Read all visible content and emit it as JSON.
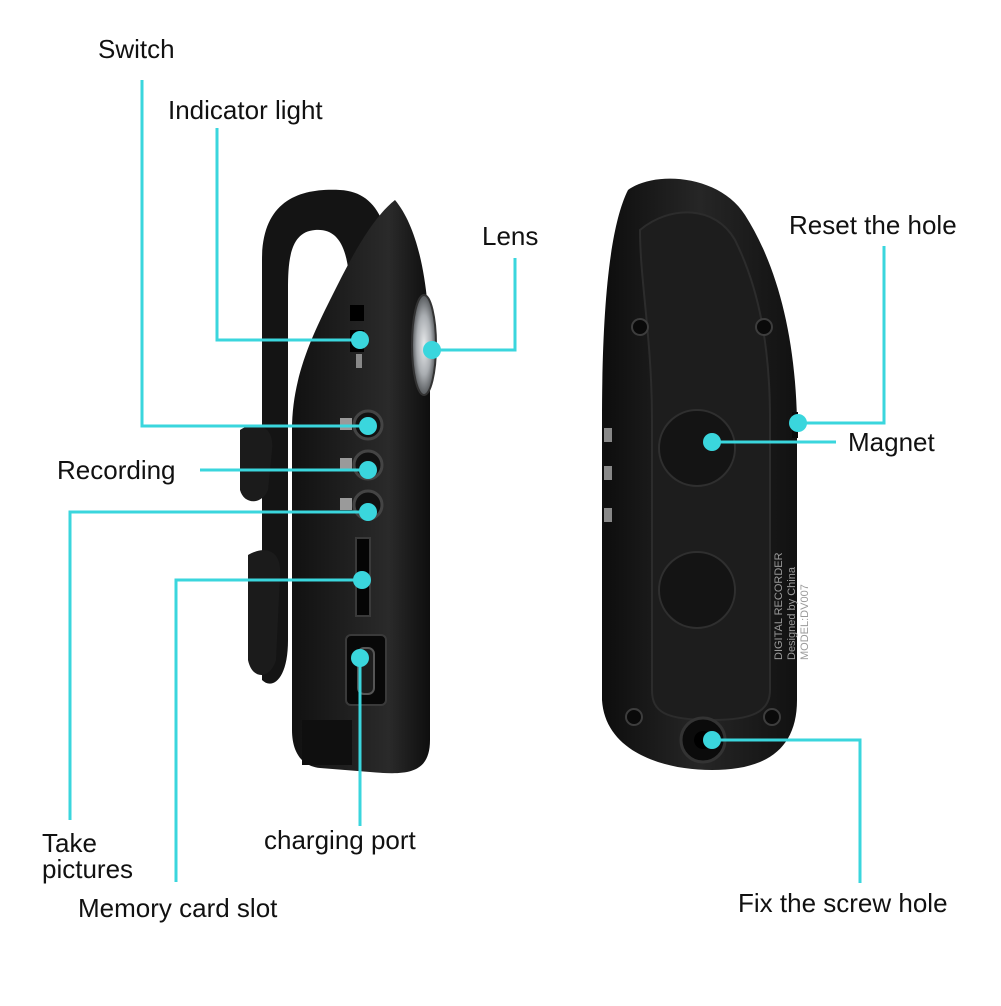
{
  "labels": {
    "switch": "Switch",
    "indicator_light": "Indicator light",
    "lens": "Lens",
    "reset_hole": "Reset the hole",
    "recording": "Recording",
    "magnet": "Magnet",
    "take_pictures": "Take pictures",
    "charging_port": "charging port",
    "memory_card_slot": "Memory card slot",
    "fix_screw_hole": "Fix the screw hole"
  },
  "device_text": {
    "line1": "DIGITAL RECORDER",
    "line2": "Designed by China",
    "line3": "MODEL:DV007"
  },
  "colors": {
    "callout": "#3ad6dd",
    "body": "#1a1a1a",
    "body_edge": "#2e2e2e",
    "lens": "#b9bcc0"
  }
}
